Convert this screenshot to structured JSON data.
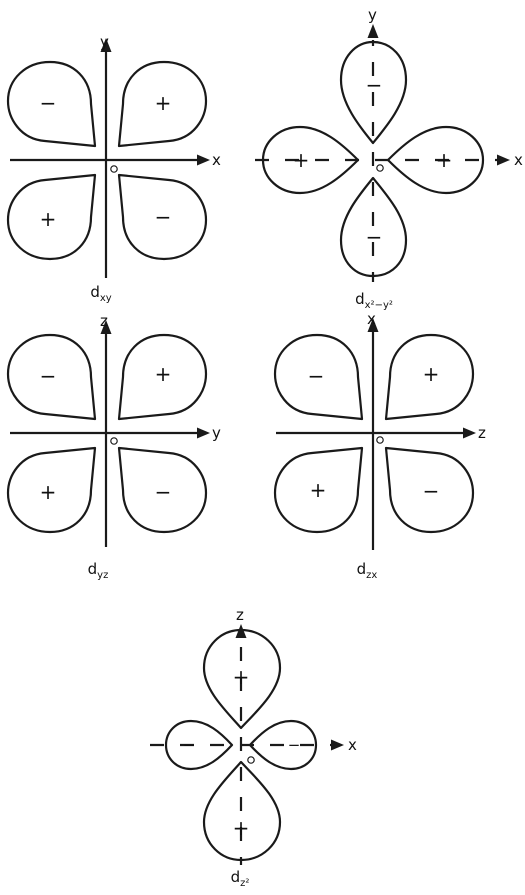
{
  "orbitals": [
    {
      "id": "dxy",
      "caption": "d",
      "caption_sub": "xy",
      "axes": {
        "horizontal": "x",
        "vertical": "y"
      },
      "lobes": [
        {
          "quadrant": "upper-left",
          "sign": "−"
        },
        {
          "quadrant": "upper-right",
          "sign": "+"
        },
        {
          "quadrant": "lower-left",
          "sign": "+"
        },
        {
          "quadrant": "lower-right",
          "sign": "−"
        }
      ]
    },
    {
      "id": "dx2y2",
      "caption": "d",
      "caption_sub": "x²−y²",
      "axes": {
        "horizontal": "x",
        "vertical": "y"
      },
      "lobes": [
        {
          "direction": "up",
          "sign": "−"
        },
        {
          "direction": "down",
          "sign": "−"
        },
        {
          "direction": "left",
          "sign": "+"
        },
        {
          "direction": "right",
          "sign": "+"
        }
      ]
    },
    {
      "id": "dyz",
      "caption": "d",
      "caption_sub": "yz",
      "axes": {
        "horizontal": "y",
        "vertical": "z"
      },
      "lobes": [
        {
          "quadrant": "upper-left",
          "sign": "−"
        },
        {
          "quadrant": "upper-right",
          "sign": "+"
        },
        {
          "quadrant": "lower-left",
          "sign": "+"
        },
        {
          "quadrant": "lower-right",
          "sign": "−"
        }
      ]
    },
    {
      "id": "dzx",
      "caption": "d",
      "caption_sub": "zx",
      "axes": {
        "horizontal": "z",
        "vertical": "x"
      },
      "lobes": [
        {
          "quadrant": "upper-left",
          "sign": "−"
        },
        {
          "quadrant": "upper-right",
          "sign": "+"
        },
        {
          "quadrant": "lower-left",
          "sign": "+"
        },
        {
          "quadrant": "lower-right",
          "sign": "−"
        }
      ]
    },
    {
      "id": "dz2",
      "caption": "d",
      "caption_sub": "z²",
      "axes": {
        "horizontal": "x",
        "vertical": "z"
      },
      "lobes": [
        {
          "direction": "up",
          "sign": "+"
        },
        {
          "direction": "down",
          "sign": "+"
        },
        {
          "direction": "left",
          "sign": "−"
        },
        {
          "direction": "right",
          "sign": "−"
        }
      ]
    }
  ]
}
